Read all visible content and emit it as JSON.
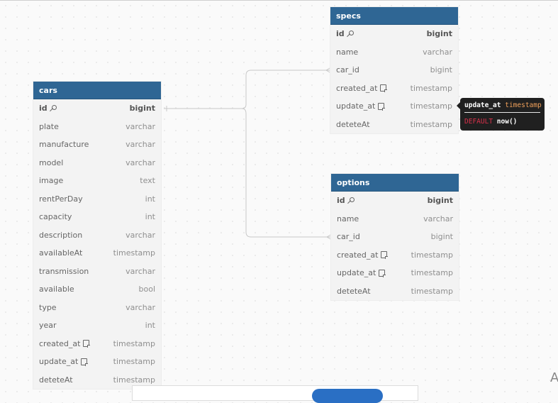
{
  "tables": {
    "cars": {
      "name": "cars",
      "fields": [
        {
          "name": "id",
          "type": "bigint",
          "pk": true,
          "icon": "key-icon"
        },
        {
          "name": "plate",
          "type": "varchar"
        },
        {
          "name": "manufacture",
          "type": "varchar"
        },
        {
          "name": "model",
          "type": "varchar"
        },
        {
          "name": "image",
          "type": "text"
        },
        {
          "name": "rentPerDay",
          "type": "int"
        },
        {
          "name": "capacity",
          "type": "int"
        },
        {
          "name": "description",
          "type": "varchar"
        },
        {
          "name": "availableAt",
          "type": "timestamp"
        },
        {
          "name": "transmission",
          "type": "varchar"
        },
        {
          "name": "available",
          "type": "bool"
        },
        {
          "name": "type",
          "type": "varchar"
        },
        {
          "name": "year",
          "type": "int"
        },
        {
          "name": "created_at",
          "type": "timestamp",
          "icon": "note-icon"
        },
        {
          "name": "update_at",
          "type": "timestamp",
          "icon": "note-icon"
        },
        {
          "name": "deteteAt",
          "type": "timestamp"
        }
      ]
    },
    "specs": {
      "name": "specs",
      "fields": [
        {
          "name": "id",
          "type": "bigint",
          "pk": true,
          "icon": "key-icon"
        },
        {
          "name": "name",
          "type": "varchar"
        },
        {
          "name": "car_id",
          "type": "bigint"
        },
        {
          "name": "created_at",
          "type": "timestamp",
          "icon": "note-icon"
        },
        {
          "name": "update_at",
          "type": "timestamp",
          "icon": "note-icon"
        },
        {
          "name": "deteteAt",
          "type": "timestamp"
        }
      ]
    },
    "options": {
      "name": "options",
      "fields": [
        {
          "name": "id",
          "type": "bigint",
          "pk": true,
          "icon": "key-icon"
        },
        {
          "name": "name",
          "type": "varchar"
        },
        {
          "name": "car_id",
          "type": "bigint"
        },
        {
          "name": "created_at",
          "type": "timestamp",
          "icon": "note-icon"
        },
        {
          "name": "update_at",
          "type": "timestamp",
          "icon": "note-icon"
        },
        {
          "name": "deteteAt",
          "type": "timestamp"
        }
      ]
    }
  },
  "tooltip": {
    "field": "update_at",
    "type": "timestamp",
    "keyword": "DEFAULT",
    "value": "now()"
  },
  "corner_glyph": "A",
  "colors": {
    "header": "#2f6694",
    "line": "#c8c8c8"
  }
}
